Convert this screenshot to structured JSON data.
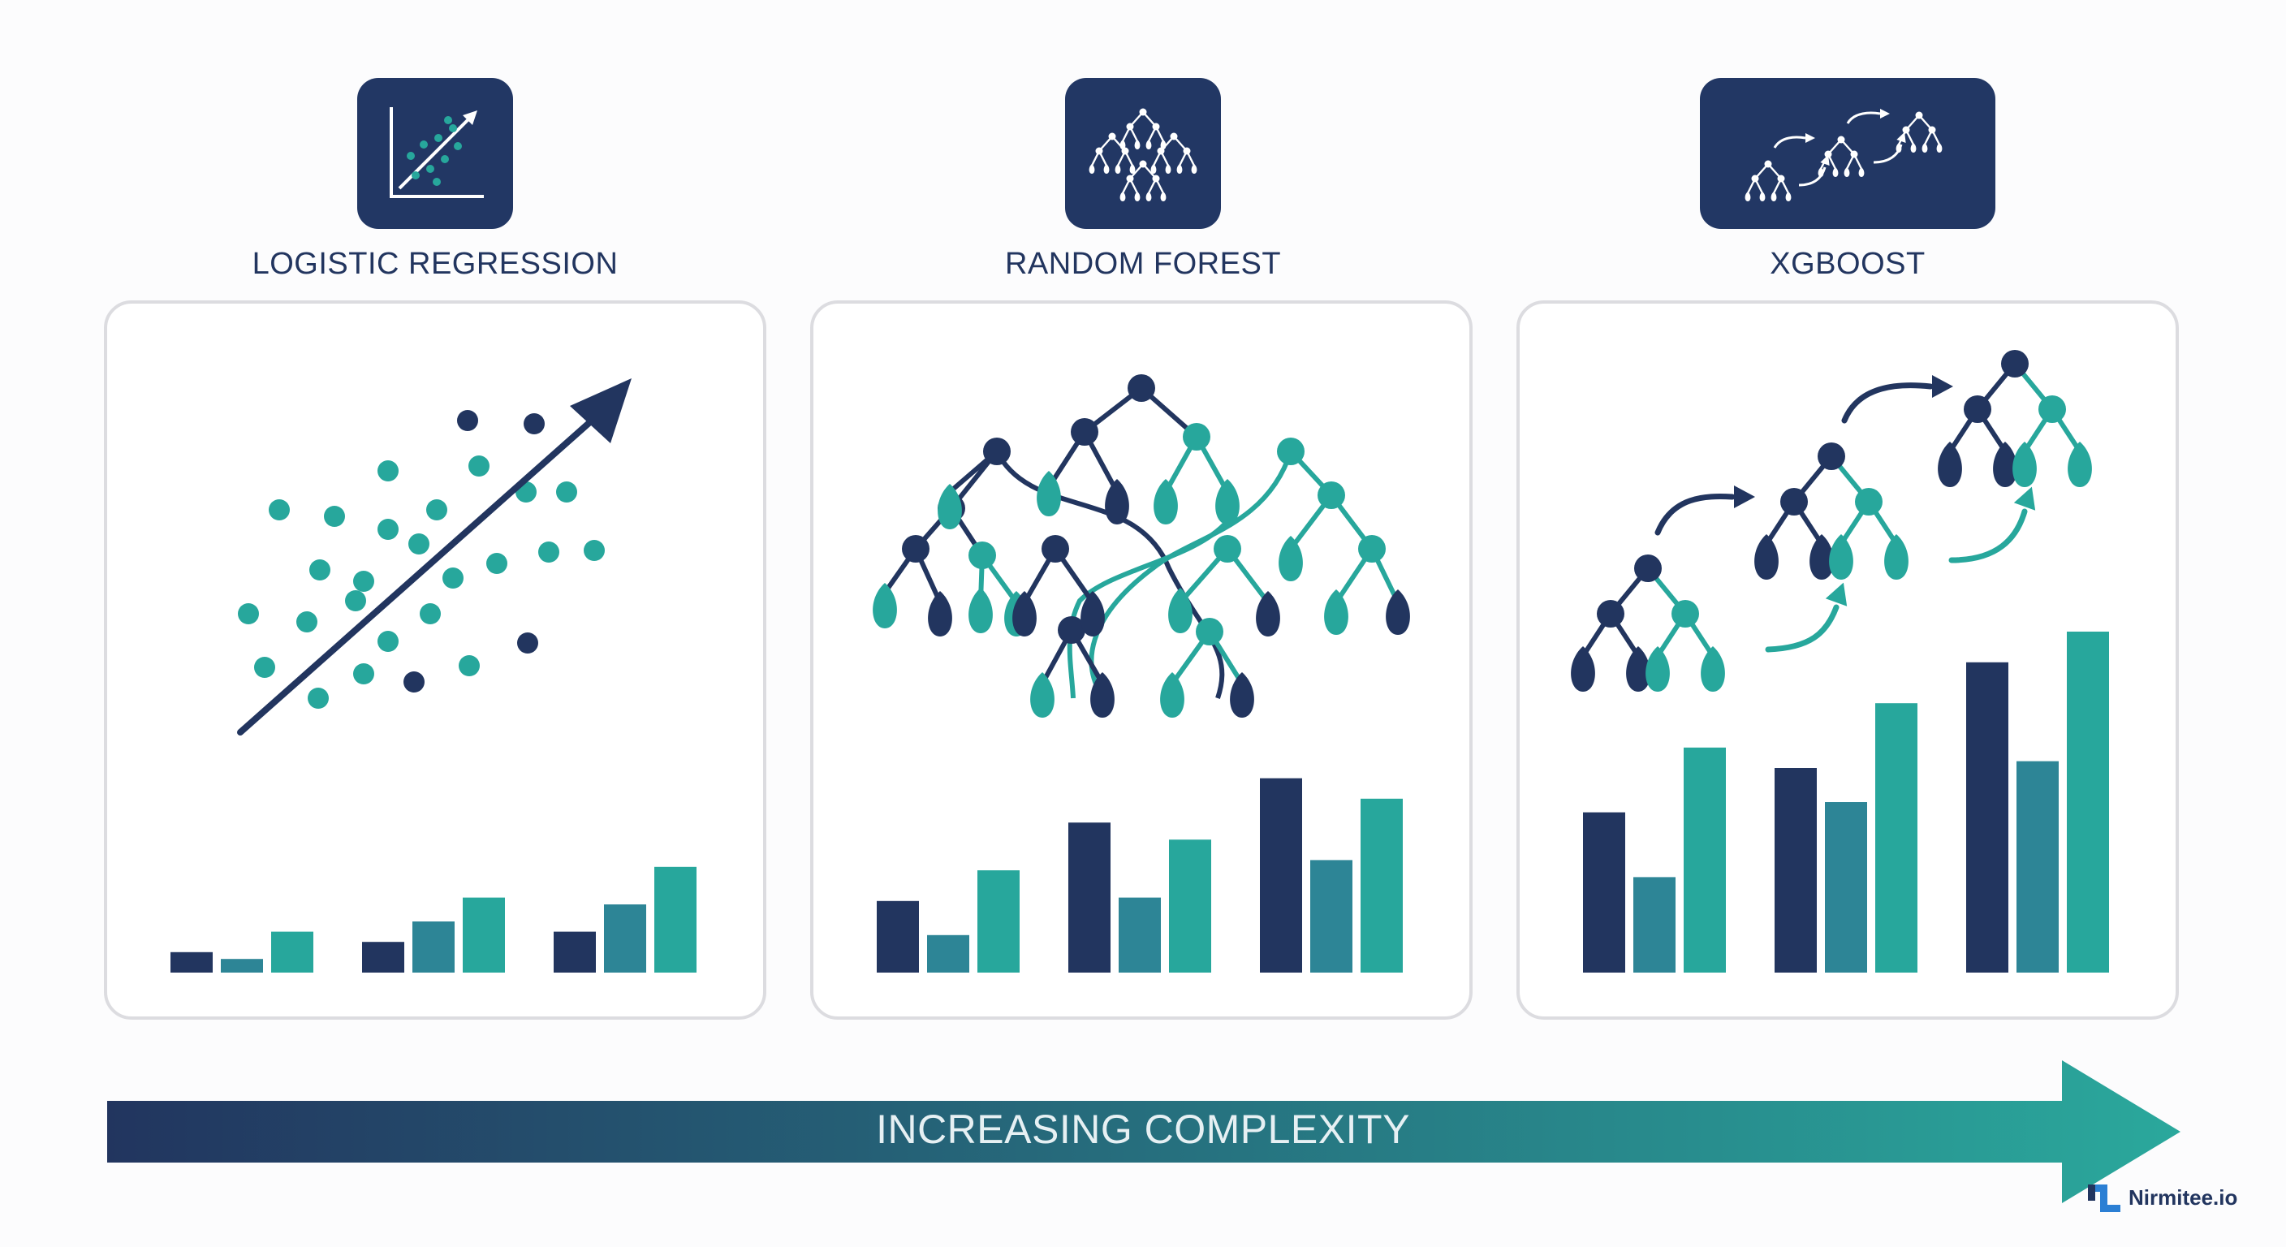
{
  "models": [
    {
      "label": "LOGISTIC REGRESSION",
      "icon": "scatter-trend-icon",
      "illustration": "scatter-with-trend-arrow",
      "bar_levels": [
        [
          0.06,
          0.04,
          0.12
        ],
        [
          0.09,
          0.15,
          0.22
        ],
        [
          0.12,
          0.2,
          0.31
        ]
      ]
    },
    {
      "label": "RANDOM FOREST",
      "icon": "decision-forest-icon",
      "illustration": "interleaved-decision-trees",
      "bar_levels": [
        [
          0.21,
          0.11,
          0.3
        ],
        [
          0.44,
          0.22,
          0.39
        ],
        [
          0.57,
          0.33,
          0.51
        ]
      ]
    },
    {
      "label": "XGBOOST",
      "icon": "boosted-trees-icon",
      "illustration": "sequential-boosted-trees",
      "bar_levels": [
        [
          0.47,
          0.28,
          0.66
        ],
        [
          0.6,
          0.5,
          0.79
        ],
        [
          0.91,
          0.62,
          1.0
        ]
      ]
    }
  ],
  "arrow": {
    "label": "INCREASING COMPLEXITY",
    "gradient_start": "#22355f",
    "gradient_end": "#2aa89c"
  },
  "brand": {
    "name": "Nirmitee.io",
    "logo": "nirmitee-logo-icon"
  },
  "colors": {
    "navy": "#22355f",
    "steel_teal": "#2d8596",
    "teal": "#27a79c",
    "panel_border": "#dcdce0"
  }
}
